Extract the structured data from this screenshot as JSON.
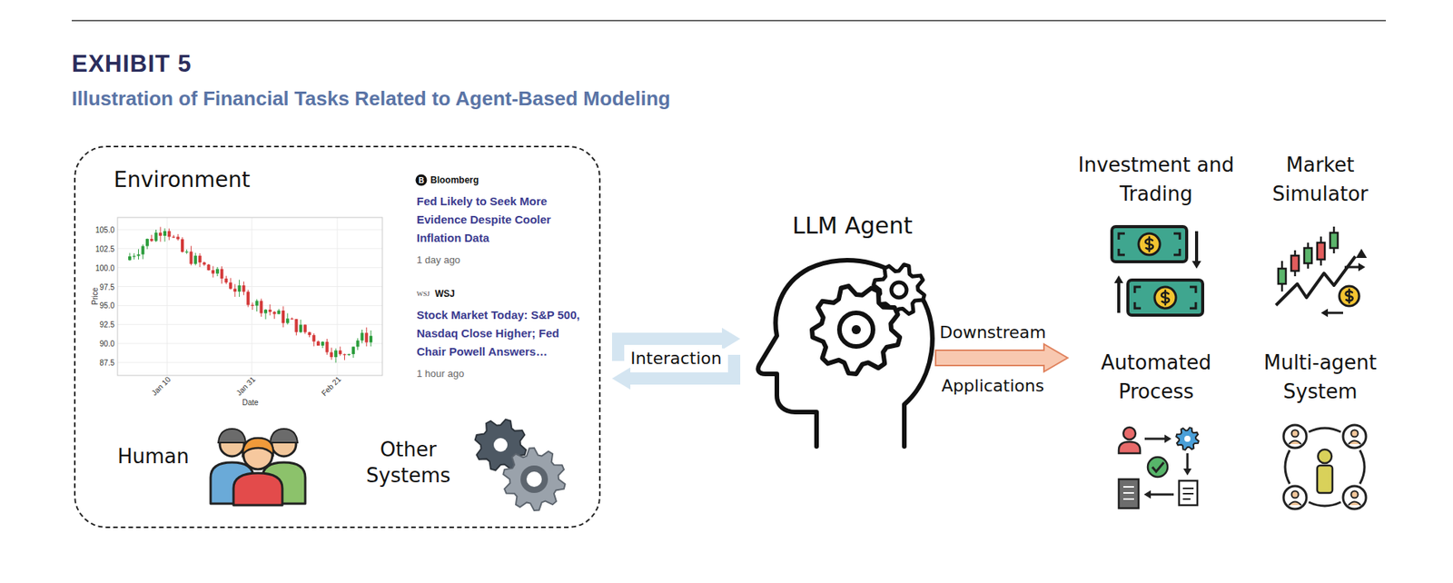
{
  "diagram": {
    "title": "EXHIBIT 5",
    "caption": "Illustration of Financial Tasks Related to Agent-Based Modeling",
    "nodes": [
      {
        "text": [
          "Environment"
        ]
      },
      {
        "text": [
          "LLM Agent"
        ]
      }
    ],
    "edges": [
      {
        "from": 0,
        "to": 1,
        "label": "Interaction",
        "arrow": "both"
      }
    ],
    "labels": [
      "105.0",
      "102.5",
      "100.0",
      "97.5",
      "95.0",
      "92.5",
      "90.0",
      "87.5",
      "Price",
      "Jan 10",
      "Jan 31",
      "Feb 21",
      "Date",
      "B",
      "Bloomberg",
      "Fed Likely to Seek More Evidence Despite Cooler Inflation Data",
      "1 day ago",
      "WSJ",
      "WSJ",
      "Stock Market Today: S&P 500, Nasdaq Close Higher; Fed Chair Powell Answers…",
      "1 hour ago",
      "Human",
      "Other Systems",
      "Downstream",
      "Applications",
      "Investment and Trading",
      "Market Simulator",
      "Automated Process",
      "Multi-agent System"
    ]
  }
}
